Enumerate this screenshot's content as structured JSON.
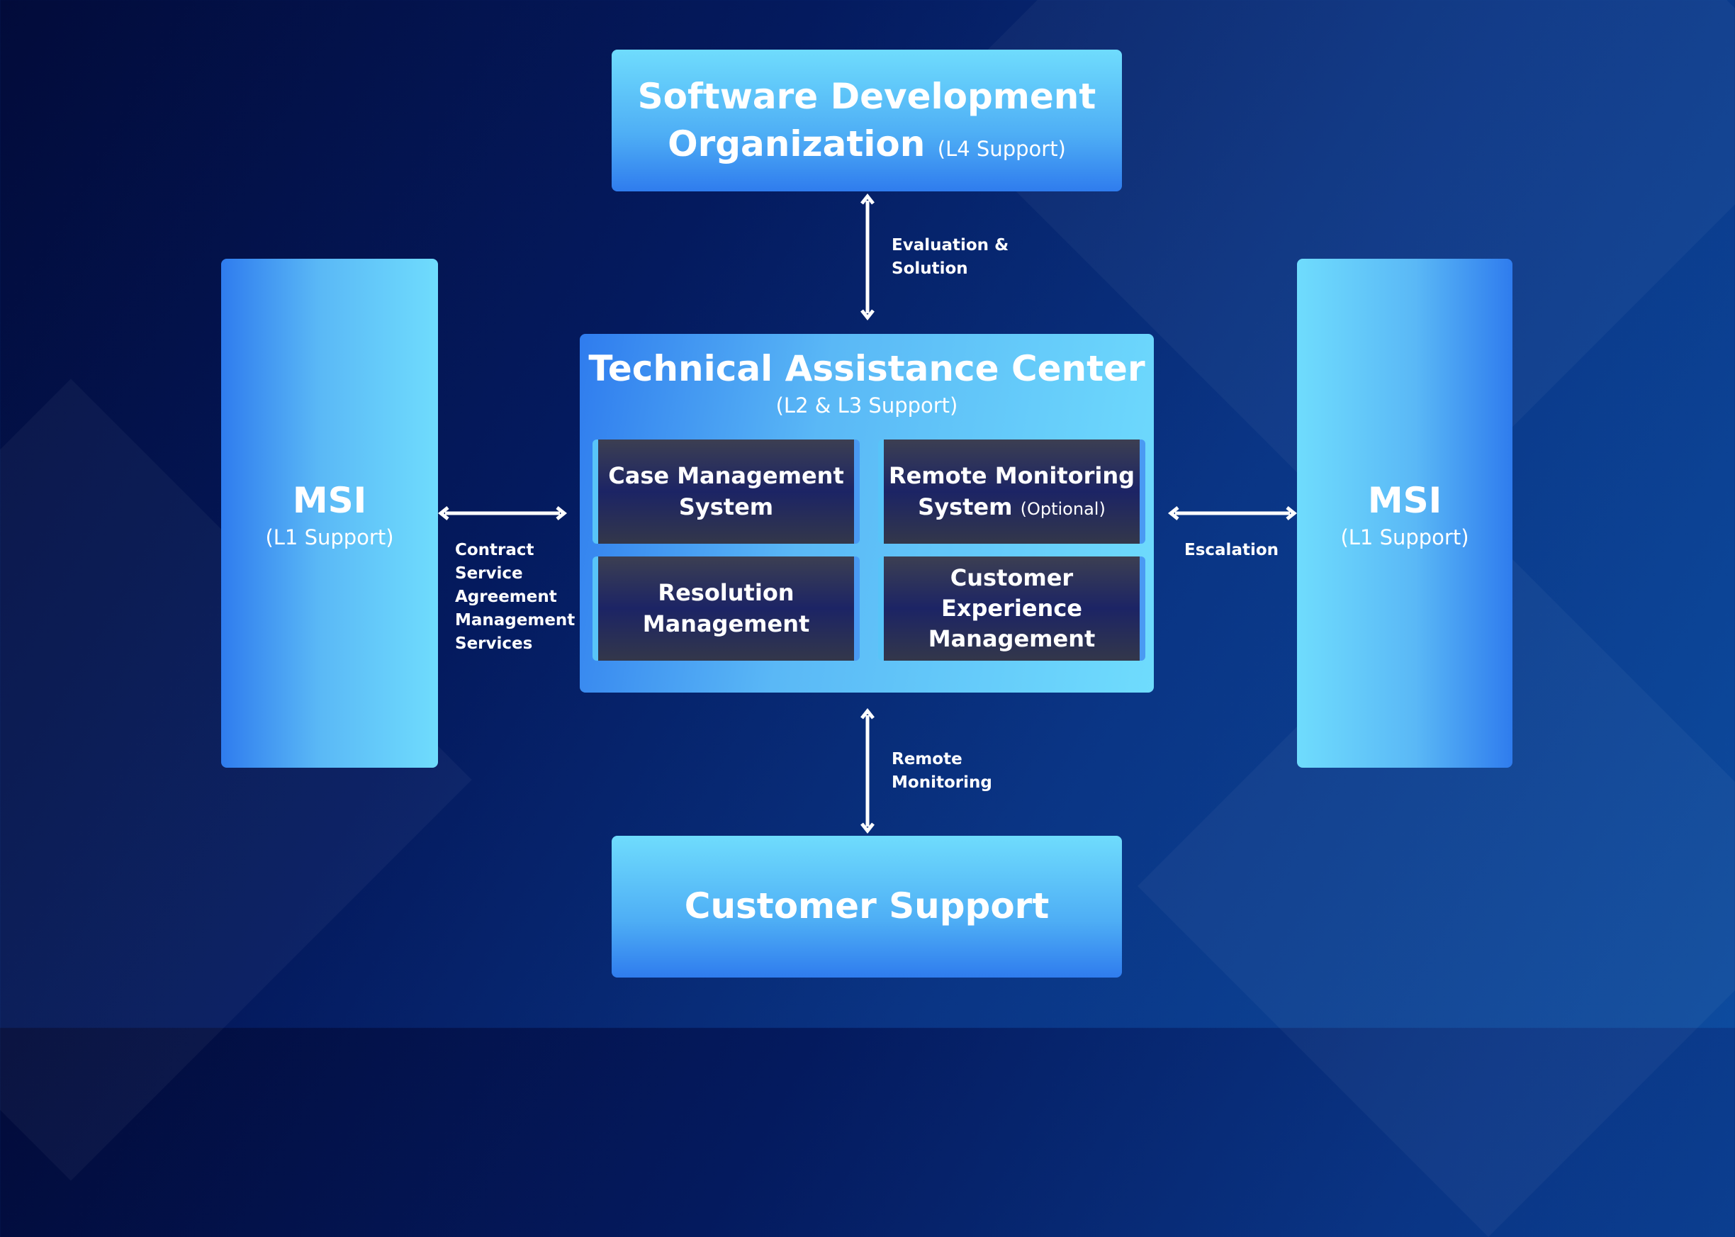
{
  "top_box": {
    "title_line1": "Software Development",
    "title_line2": "Organization",
    "subtitle": "(L4 Support)"
  },
  "tac": {
    "title": "Technical Assistance Center",
    "subtitle": "(L2 & L3 Support)",
    "modules": [
      {
        "label": "Case Management System"
      },
      {
        "label": "Remote Monitoring System",
        "note": "(Optional)"
      },
      {
        "label": "Resolution Management"
      },
      {
        "label": "Customer Experience Management"
      }
    ]
  },
  "left_msi": {
    "title": "MSI",
    "subtitle": "(L1 Support)"
  },
  "right_msi": {
    "title": "MSI",
    "subtitle": "(L1 Support)"
  },
  "bottom_box": {
    "title": "Customer Support"
  },
  "connectors": {
    "top": "Evaluation & Solution",
    "bottom": "Remote Monitoring",
    "left": "Contract Service Agreement Management Services",
    "right": "Escalation"
  }
}
